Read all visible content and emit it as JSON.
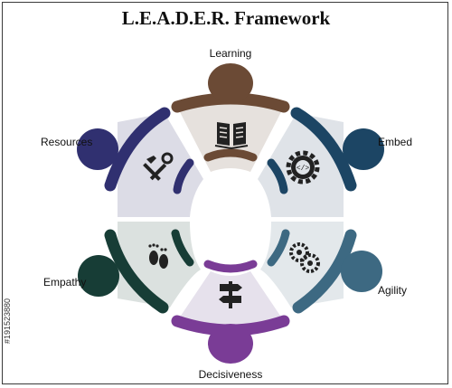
{
  "title": "L.E.A.D.E.R. Framework",
  "segments": [
    {
      "id": "learning",
      "label": "Learning",
      "icon": "book-icon",
      "color": "#6b4a35",
      "fill": "#e6e1dd"
    },
    {
      "id": "embed",
      "label": "Embed",
      "icon": "gear-code-icon",
      "color": "#1c4564",
      "fill": "#dfe3e8"
    },
    {
      "id": "agility",
      "label": "Agility",
      "icon": "gears-icon",
      "color": "#3d6982",
      "fill": "#e3e8eb"
    },
    {
      "id": "decisiveness",
      "label": "Decisiveness",
      "icon": "signpost-icon",
      "color": "#7a3c96",
      "fill": "#e6e1ec"
    },
    {
      "id": "empathy",
      "label": "Empathy",
      "icon": "footprints-icon",
      "color": "#173d36",
      "fill": "#dbe1df"
    },
    {
      "id": "resources",
      "label": "Resources",
      "icon": "tools-icon",
      "color": "#303070",
      "fill": "#dcdce6"
    }
  ],
  "side_text": "#191523880"
}
